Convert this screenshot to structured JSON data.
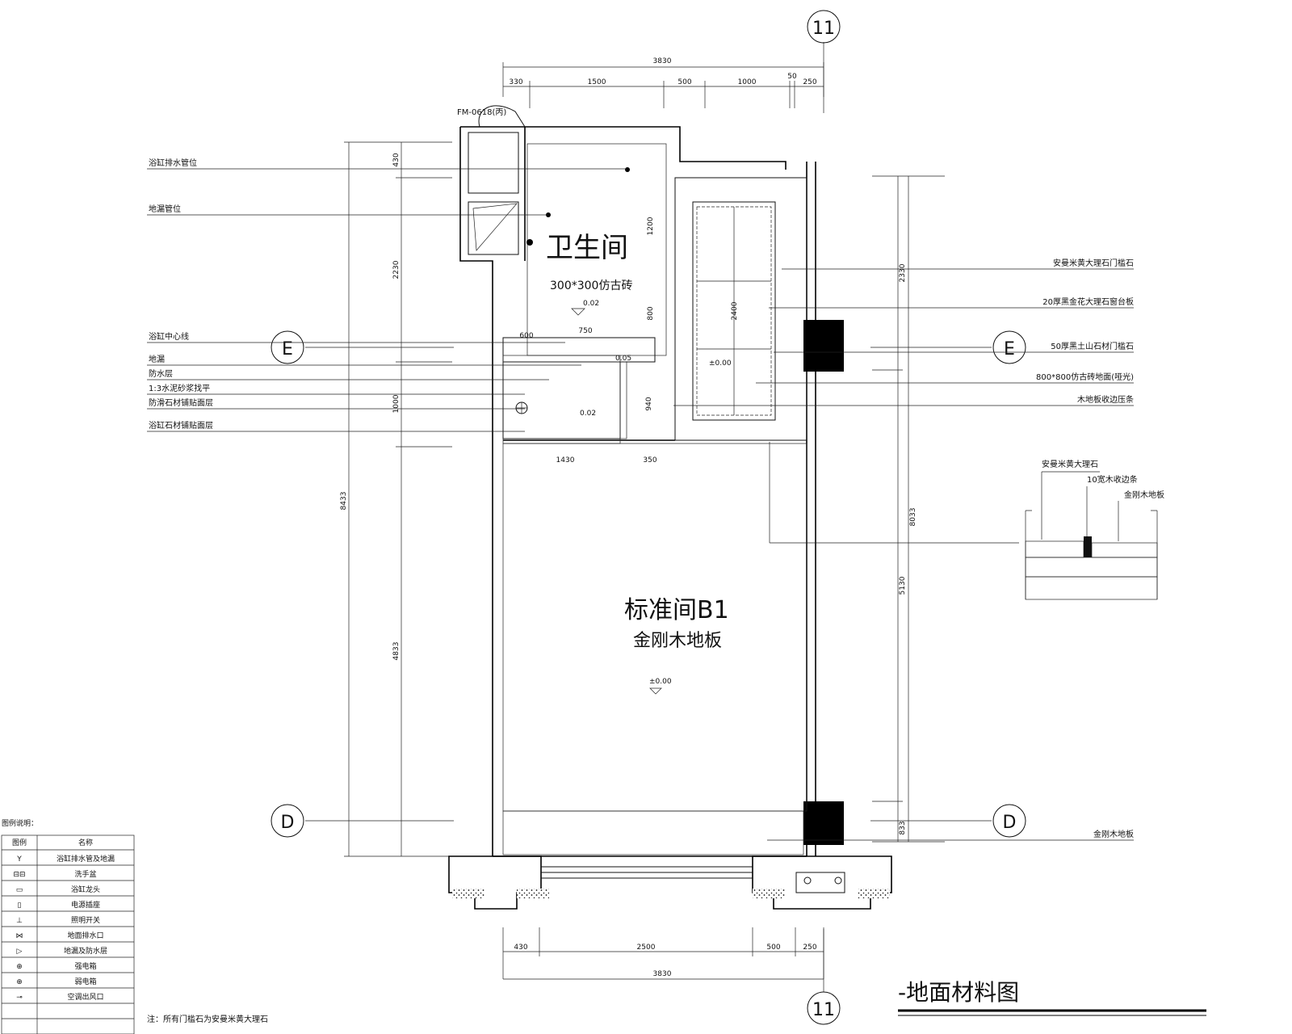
{
  "grid": {
    "col_top": "11",
    "col_bottom": "11",
    "row_e_left": "E",
    "row_e_right": "E",
    "row_d_left": "D",
    "row_d_right": "D"
  },
  "door_tag": "FM-0618(丙)",
  "rooms": {
    "bath_name": "卫生间",
    "bath_floor": "300*300仿古砖",
    "bath_level": "0.02",
    "main_name": "标准间B1",
    "main_floor": "金刚木地板",
    "main_level": "±0.00",
    "closet_level": "±0.00",
    "shower_level": "0.02",
    "step_level": "0.05"
  },
  "dims": {
    "top_total": "3830",
    "top_segs": [
      "330",
      "1500",
      "500",
      "1000",
      "50",
      "250"
    ],
    "bottom_segs": [
      "430",
      "2500",
      "500",
      "250"
    ],
    "bottom_total": "3830",
    "left_outer": "8433",
    "left_inner": [
      "430",
      "2230",
      "1000",
      "4833"
    ],
    "right_outer": "8033",
    "right_inner": [
      "2330",
      "5130",
      "833"
    ],
    "inner_misc": [
      "600",
      "750",
      "1430",
      "350",
      "1200",
      "800",
      "940",
      "2400"
    ]
  },
  "left_labels": [
    "浴缸排水管位",
    "地漏管位",
    "浴缸中心线",
    "地漏",
    "防水层",
    "1:3水泥砂浆找平",
    "防滑石材铺贴面层",
    "浴缸石材铺贴面层"
  ],
  "right_labels": [
    "安曼米黄大理石门槛石",
    "20厚黑金花大理石窗台板",
    "50厚黑土山石材门槛石",
    "800*800仿古砖地面(哑光)",
    "木地板收边压条",
    "金刚木地板"
  ],
  "detail": {
    "label1": "安曼米黄大理石",
    "label2": "10宽木收边条",
    "label3": "金刚木地板"
  },
  "legend": {
    "title": "图例说明：",
    "col1": "图例",
    "col2": "名称",
    "rows": [
      "浴缸排水管及地漏",
      "洗手盆",
      "浴缸龙头",
      "电源插座",
      "照明开关",
      "地面排水口",
      "地漏及防水层",
      "强电箱",
      "弱电箱",
      "空调出风口"
    ]
  },
  "note": "注：所有门槛石为安曼米黄大理石",
  "sheet_title": "-地面材料图"
}
